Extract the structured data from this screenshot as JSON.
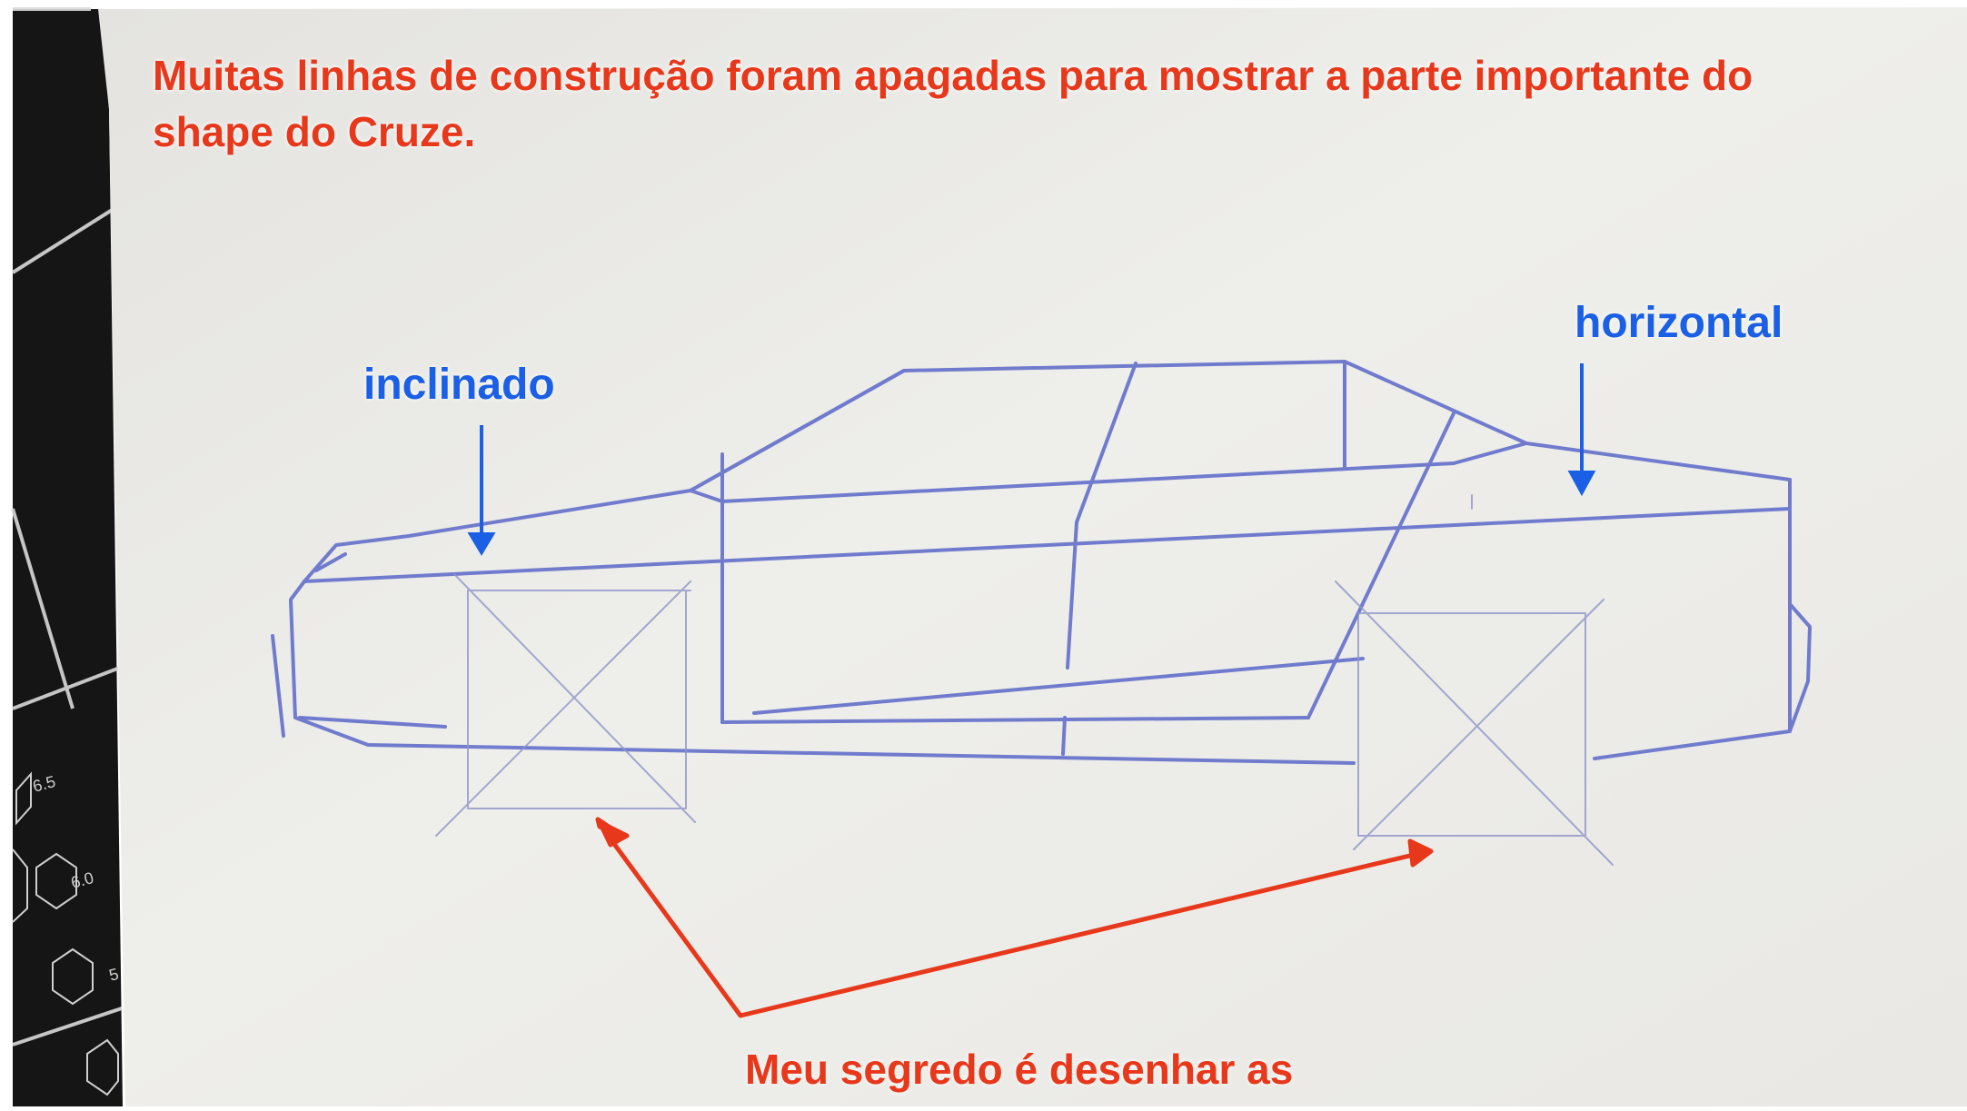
{
  "annotations": {
    "top_caption": "Muitas linhas de construção foram apagadas para mostrar a parte importante do shape do Cruze.",
    "label_inclined": "inclinado",
    "label_horizontal": "horizontal",
    "bottom_caption": "Meu segredo é desenhar as"
  },
  "cutting_mat": {
    "scale_labels": [
      "6.5",
      "6.0",
      "5"
    ]
  },
  "colors": {
    "annotation_red": "#e8381c",
    "annotation_blue": "#1a5fe6",
    "pencil_blue": "#5b68c9",
    "paper": "#ecebe7",
    "mat": "#141414"
  }
}
